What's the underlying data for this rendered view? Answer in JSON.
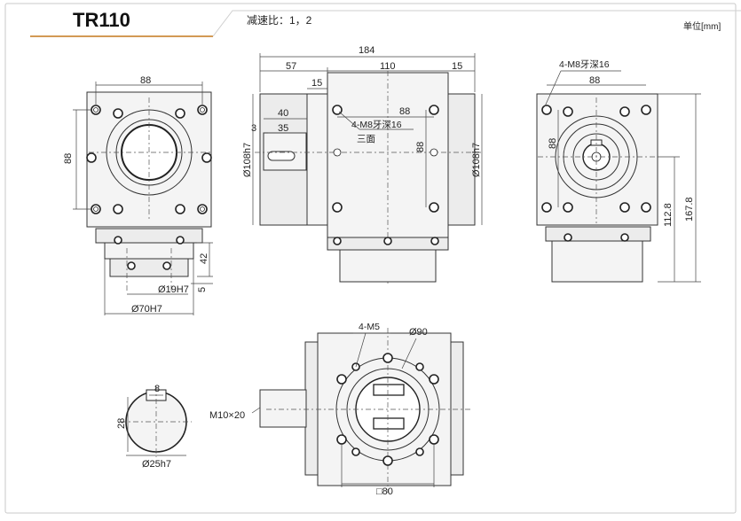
{
  "header": {
    "model": "TR110",
    "ratio_text": "减速比：1，2",
    "unit_text": "单位[mm]"
  },
  "colors": {
    "accent_line": "#d39a55",
    "border": "#c9c9c9",
    "line": "#333333"
  },
  "front_view": {
    "width_dim": "88",
    "height_dim": "88",
    "depth_dim": "42",
    "bore_dim": "Ø19H7",
    "offset_dim": "5",
    "pilot_dim": "Ø70H7"
  },
  "side_view": {
    "overall_dim": "184",
    "left_dim": "57",
    "mid_dim": "110",
    "right_dim": "15",
    "step_dim": "15",
    "shaft_len_dim": "40",
    "shaft_key_dim": "35",
    "shaft_gap_dim": "3",
    "hole_span_dim": "88",
    "hole_vert_dim": "88",
    "left_dia_dim": "Ø108h7",
    "right_dia_dim": "Ø108h7",
    "thread_note_line1": "4-M8牙深16",
    "thread_note_line2": "三面"
  },
  "end_view": {
    "thread_note": "4-M8牙深16",
    "width_dim": "88",
    "height_dim": "88",
    "center_height_dim": "112.8",
    "total_height_dim": "167.8"
  },
  "shaft_section": {
    "key_width_dim": "8",
    "height_dim": "28",
    "dia_dim": "Ø25h7"
  },
  "top_view": {
    "thread_note": "4-M5",
    "pcd_dim": "Ø90",
    "shaft_thread_dim": "M10×20",
    "square_dim": "□80"
  }
}
